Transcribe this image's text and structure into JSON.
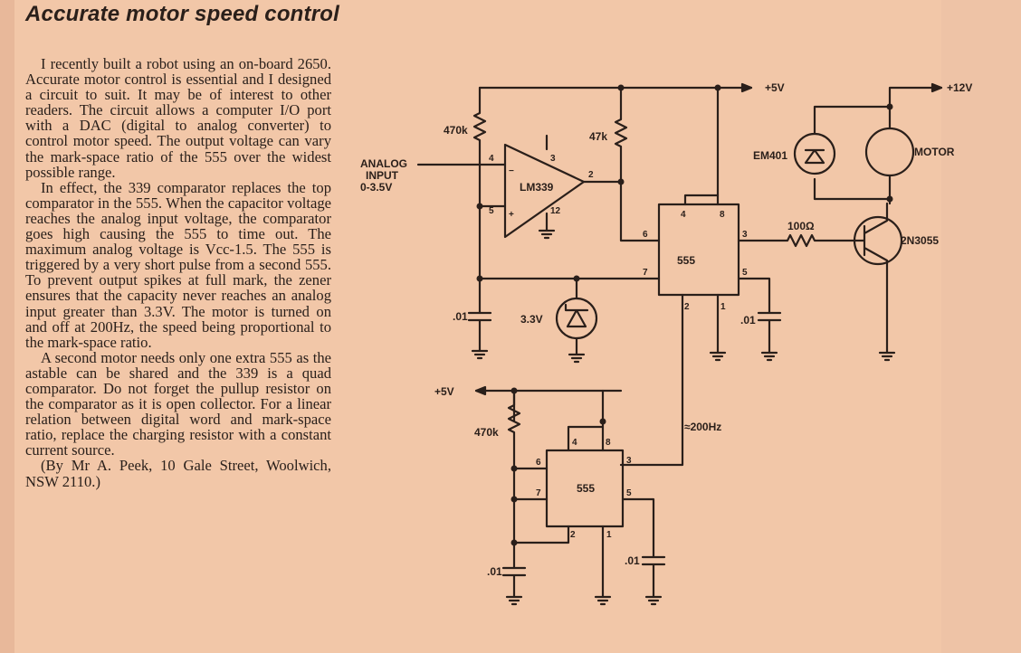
{
  "title": "Accurate motor speed control",
  "article": {
    "paragraphs": [
      "I recently built a robot using an on-board 2650. Accurate motor control is essential and I designed a circuit to suit. It may be of interest to other readers. The circuit allows a computer I/O port with a DAC (digital to analog converter) to control motor speed. The output voltage can vary the mark-space ratio of the 555 over the widest possible range.",
      "In effect, the 339 comparator replaces the top comparator in the 555. When the capacitor voltage reaches the analog input voltage, the comparator goes high causing the 555 to time out. The maximum analog voltage is Vcc-1.5. The 555 is triggered by a very short pulse from a second 555. To prevent output spikes at full mark, the zener ensures that the capacity never reaches an analog input greater than 3.3V. The motor is turned on and off at 200Hz, the speed being proportional to the mark-space ratio.",
      "A second motor needs only one extra 555 as the astable can be shared and the 339 is a quad comparator. Do not forget the pullup resistor on the comparator as it is open collector. For a linear relation between digital word and mark-space ratio, replace the charging resistor with a constant current source."
    ],
    "byline": "(By Mr A. Peek, 10 Gale Street, Woolwich, NSW 2110.)"
  },
  "schematic": {
    "supply_5v": "+5V",
    "supply_12v": "+12V",
    "analog_input": [
      "ANALOG",
      "INPUT",
      "0-3.5V"
    ],
    "r_470k": "470k",
    "r_47k": "47k",
    "r_100": "100Ω",
    "cap_01": ".01",
    "zener_33": "3.3V",
    "comparator": "LM339",
    "timer": "555",
    "diode": "EM401",
    "motor": "MOTOR",
    "transistor": "2N3055",
    "freq": "≈200Hz",
    "pins": {
      "p1": "1",
      "p2": "2",
      "p3": "3",
      "p4": "4",
      "p5": "5",
      "p6": "6",
      "p7": "7",
      "p8": "8",
      "p12": "12"
    },
    "op_minus": "−",
    "op_plus": "+"
  },
  "colors": {
    "paper": "#f2c7a8",
    "ink": "#2a1f1a"
  }
}
